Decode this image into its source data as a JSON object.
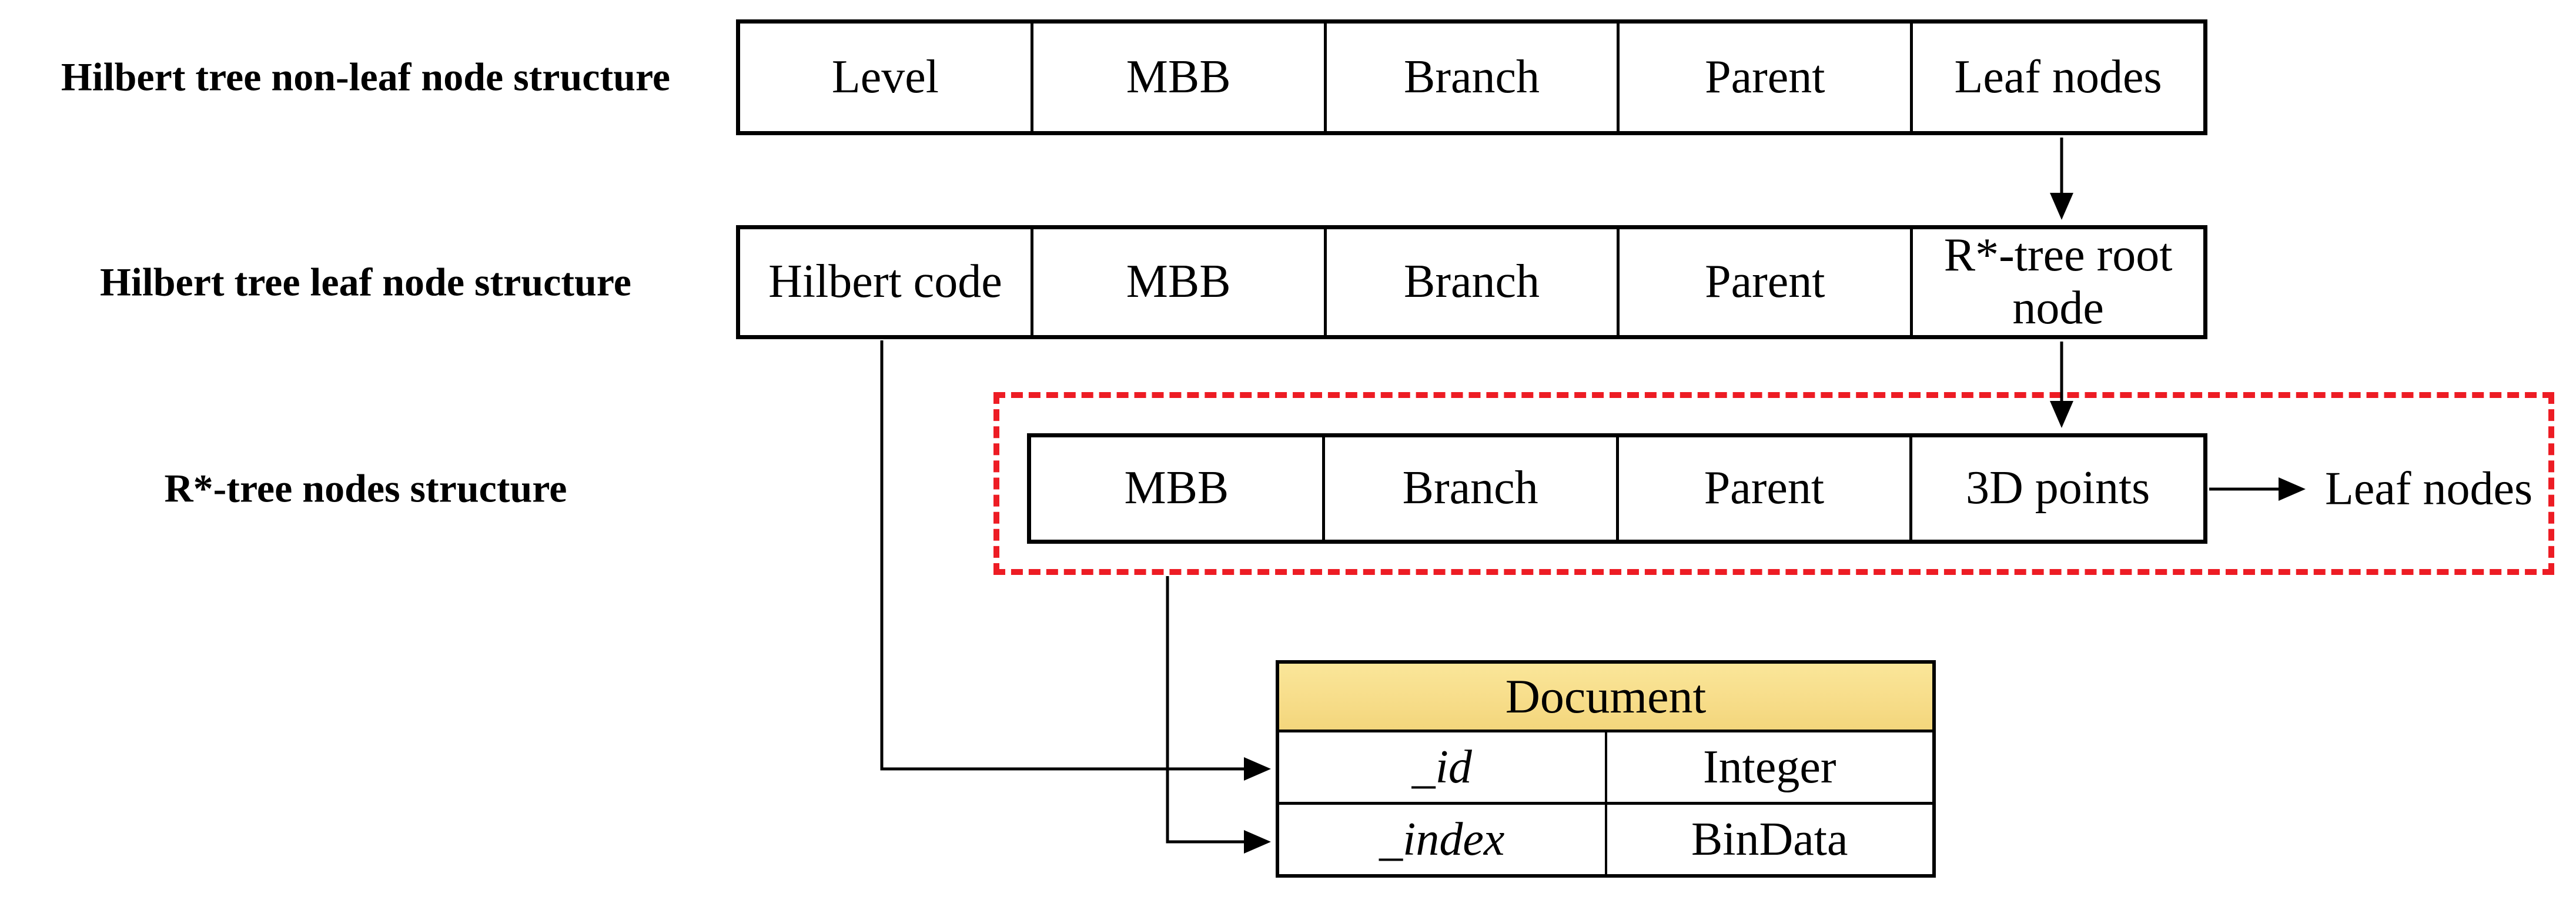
{
  "diagram": {
    "row1": {
      "label": "Hilbert tree non-leaf node structure",
      "cells": [
        "Level",
        "MBB",
        "Branch",
        "Parent",
        "Leaf nodes"
      ]
    },
    "row2": {
      "label": "Hilbert tree leaf node structure",
      "cells": [
        "Hilbert code",
        "MBB",
        "Branch",
        "Parent",
        "R*-tree root node"
      ]
    },
    "row3": {
      "label": "R*-tree nodes structure",
      "cells": [
        "MBB",
        "Branch",
        "Parent",
        "3D points"
      ]
    },
    "external_leaf_label": "Leaf nodes"
  },
  "document_table": {
    "title": "Document",
    "rows": [
      {
        "field": "_id",
        "type": "Integer"
      },
      {
        "field": "_index",
        "type": "BinData"
      }
    ]
  },
  "colors": {
    "line_black": "#000000",
    "dashed_box_red": "#ED1C24",
    "table_header_yellow": "#F7DD8A"
  }
}
